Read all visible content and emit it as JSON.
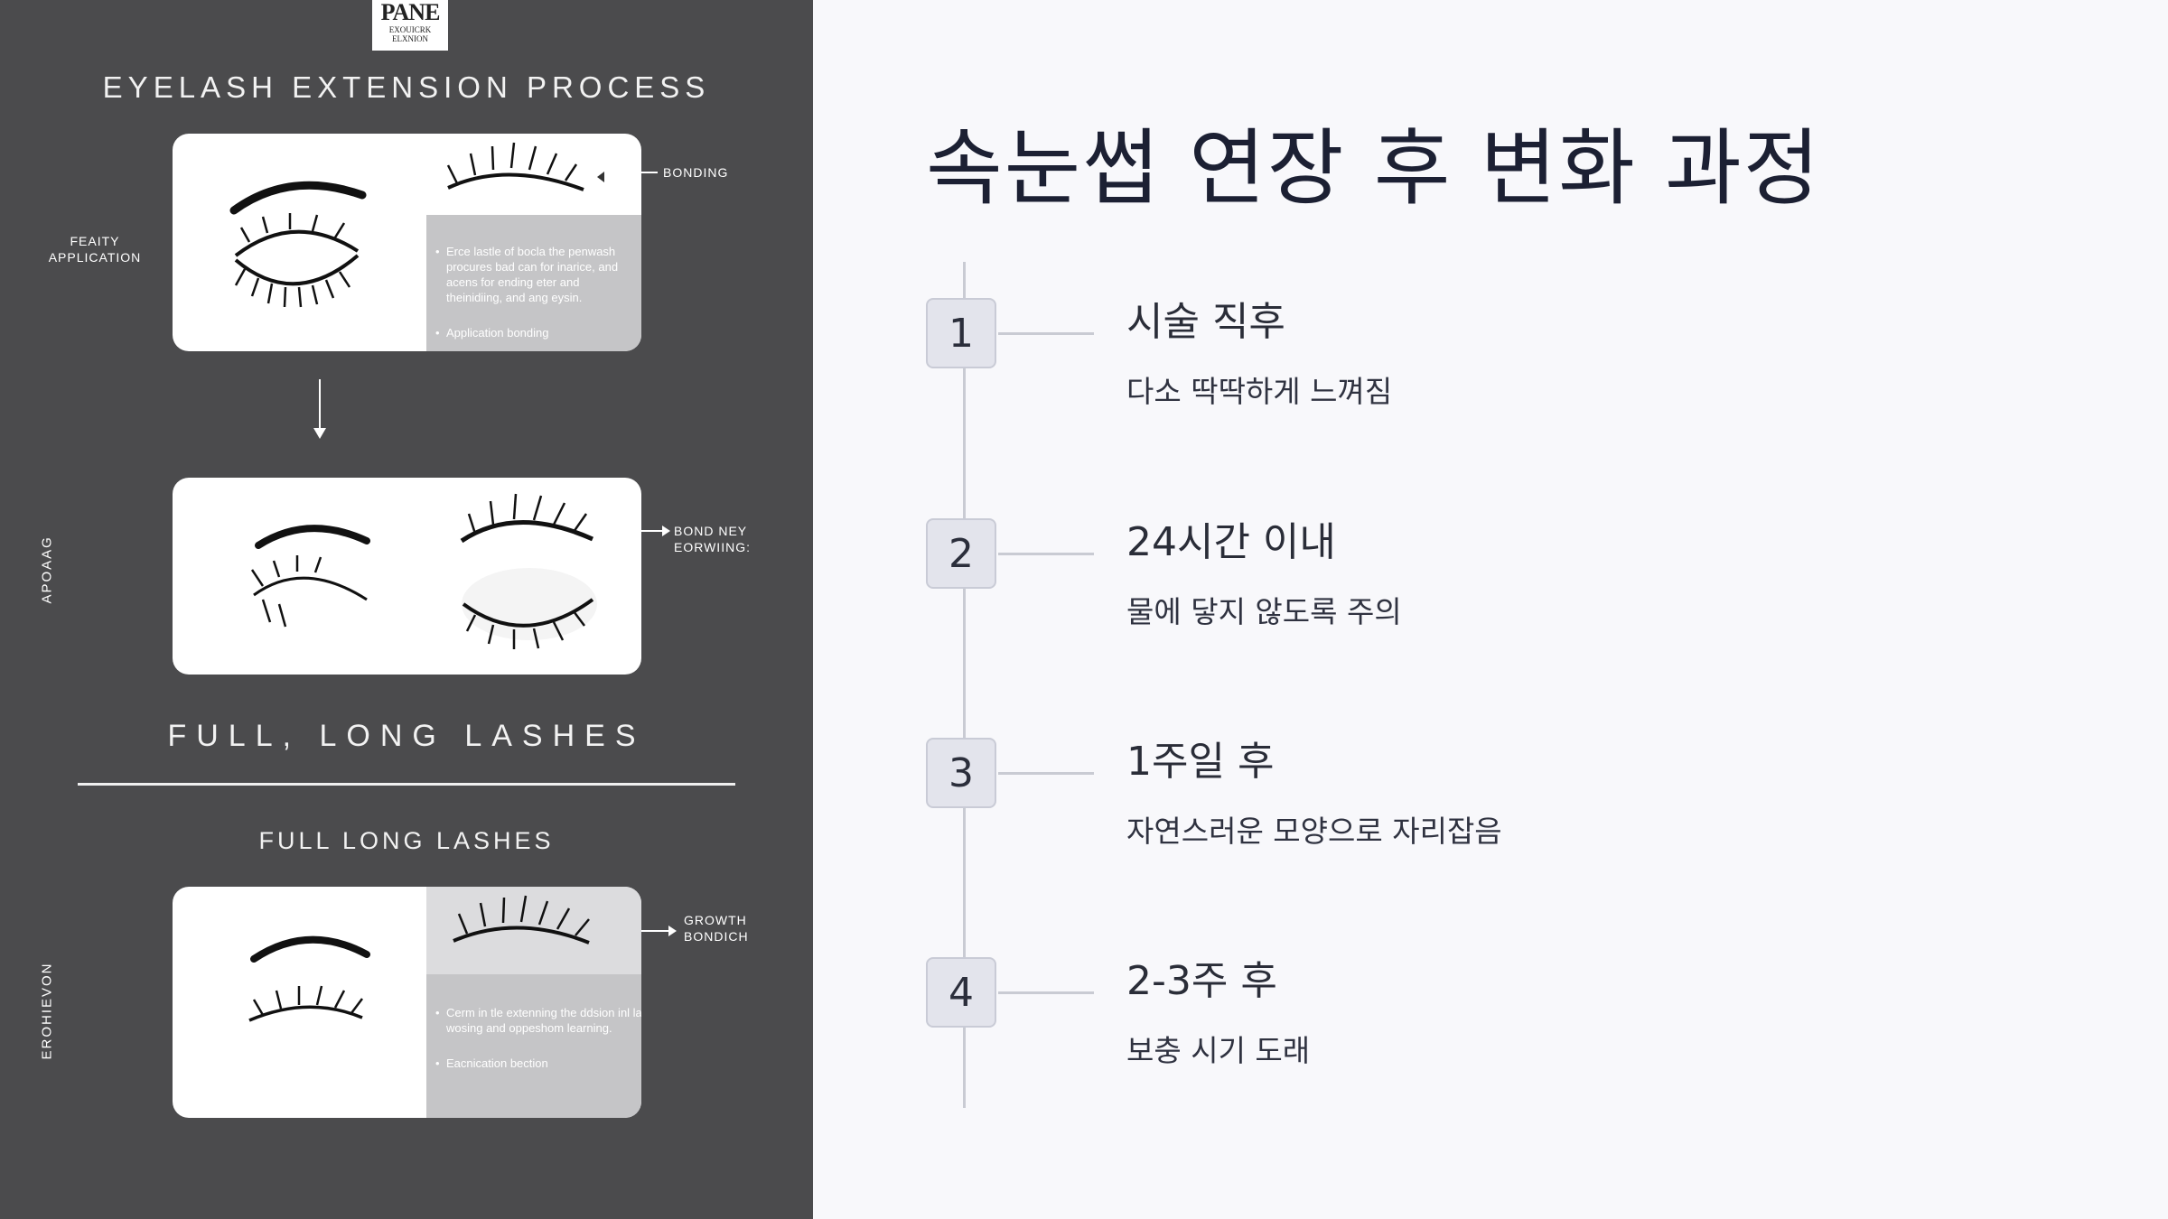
{
  "infographic": {
    "logo_main": "PANE",
    "logo_sub_1": "EXOUICRK",
    "logo_sub_2": "ELXNION",
    "title": "EYELASH EXTENSION PROCESS",
    "card1": {
      "bullet1": "Erce lastle of bocla the penwash procures bad can for inarice, and acens for ending eter and theinidiing, and ang eysin.",
      "bullet2": "Application bonding"
    },
    "card3": {
      "bullet1": "Cerm in tle extenning the ddsion inl lasies efery and the wosing and oppeshom learning.",
      "bullet2": "Eacnication bection"
    },
    "labels": {
      "feaity_application": "FEAITY\nAPPLICATION",
      "bonding": "BONDING",
      "bond_ney": "BOND NEY\nEORWIING:",
      "growth_bondich": "GROWTH\nBONDICH",
      "apoaag": "APOAAG",
      "erohievon": "EROHIEVON"
    },
    "full_long_1": "FULL,  LONG  LASHES",
    "full_long_2": "FULL  LONG LASHES"
  },
  "page_title": "속눈썹 연장 후 변화 과정",
  "steps": [
    {
      "number": "1",
      "title": "시술 직후",
      "description": "다소 딱딱하게 느껴짐"
    },
    {
      "number": "2",
      "title": "24시간 이내",
      "description": "물에 닿지 않도록 주의"
    },
    {
      "number": "3",
      "title": "1주일 후",
      "description": "자연스러운 모양으로 자리잡음"
    },
    {
      "number": "4",
      "title": "2-3주 후",
      "description": "보충 시기 도래"
    }
  ],
  "colors": {
    "panel_bg": "#4b4b4d",
    "page_bg": "#f8f8fb",
    "badge_bg": "#e3e4ec",
    "title_color": "#1c2033"
  }
}
